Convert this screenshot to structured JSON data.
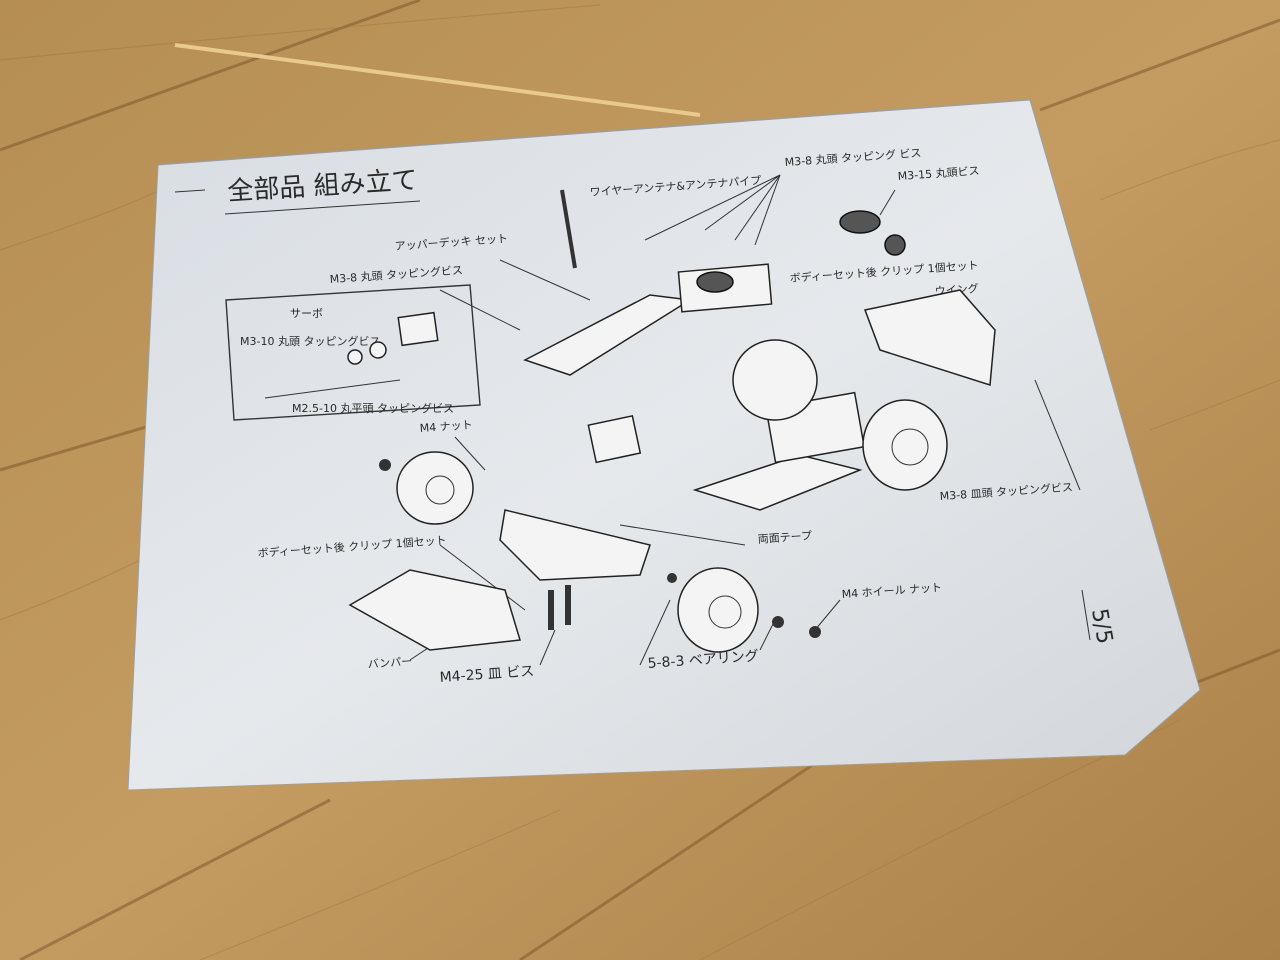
{
  "sheet": {
    "title": "全部品 組み立て",
    "page_number": "5/5"
  },
  "labels": {
    "wire_antenna": "ワイヤーアンテナ&アンテナパイプ",
    "m3_8_top": "M3-8 丸頭 タッピング ビス",
    "m3_15": "M3-15 丸頭ビス",
    "upper_deck": "アッパーデッキ セット",
    "m3_8_left": "M3-8 丸頭 タッピングビス",
    "body_clip_rear": "ボディーセット後 クリップ 1個セット",
    "wing": "ウイング",
    "servo": "サーボ",
    "m3_10": "M3-10 丸頭 タッピングビス",
    "m2_5_10": "M2.5-10 丸平頭 タッピングビス",
    "m4_nut": "M4 ナット",
    "m3_8_dish": "M3-8 皿頭 タッピングビス",
    "double_tape": "両面テープ",
    "body_clip_front": "ボディーセット後 クリップ 1個セット",
    "m4_wheel_nut": "M4 ホイール ナット",
    "bumper": "バンパー",
    "m4_25": "M4-25 皿 ビス",
    "bearing": "5-8-3 ベアリング"
  }
}
